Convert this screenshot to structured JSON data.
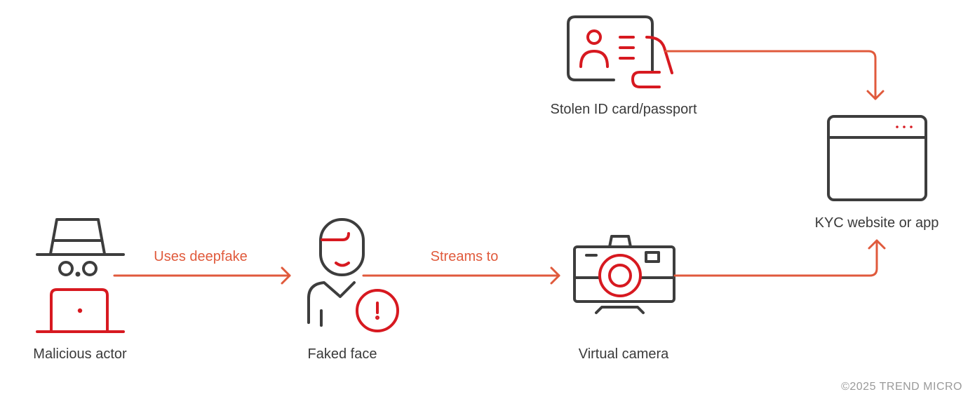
{
  "colors": {
    "dark": "#3d3d3d",
    "red": "#d71920",
    "arrow": "#e05a3c",
    "muted": "#9a9a9a"
  },
  "nodes": {
    "actor": {
      "label": "Malicious actor",
      "icon": "hacker-laptop-icon"
    },
    "face": {
      "label": "Faked face",
      "icon": "person-alert-icon"
    },
    "camera": {
      "label": "Virtual camera",
      "icon": "camera-icon"
    },
    "id_card": {
      "label": "Stolen ID card/passport",
      "icon": "id-card-hand-icon"
    },
    "kyc": {
      "label": "KYC website or app",
      "icon": "browser-window-icon"
    }
  },
  "edges": {
    "actor_to_face": "Uses deepfake",
    "face_to_camera": "Streams to"
  },
  "footer": {
    "copyright": "©2025 TREND MICRO"
  }
}
